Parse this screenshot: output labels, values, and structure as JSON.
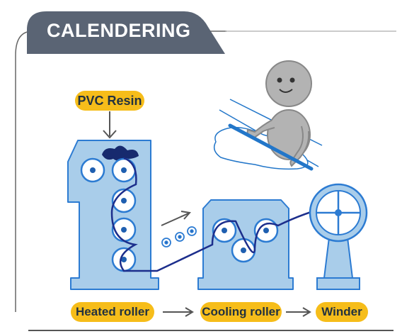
{
  "title": "CALENDERING",
  "labels": {
    "input": "PVC Resin",
    "step1": "Heated roller",
    "step2": "Cooling roller",
    "step3": "Winder"
  },
  "colors": {
    "tab": "#5a6474",
    "machine_fill": "#a9cdea",
    "machine_stroke": "#2c7bd2",
    "film": "#1c2e8c",
    "resin": "#172a6e",
    "label": "#f6bd1a",
    "arrow": "#555555",
    "person": "#b3b3b3",
    "stick": "#2276c9"
  },
  "icons": [
    "down-arrow-icon",
    "right-arrow-icon",
    "person-icon"
  ]
}
